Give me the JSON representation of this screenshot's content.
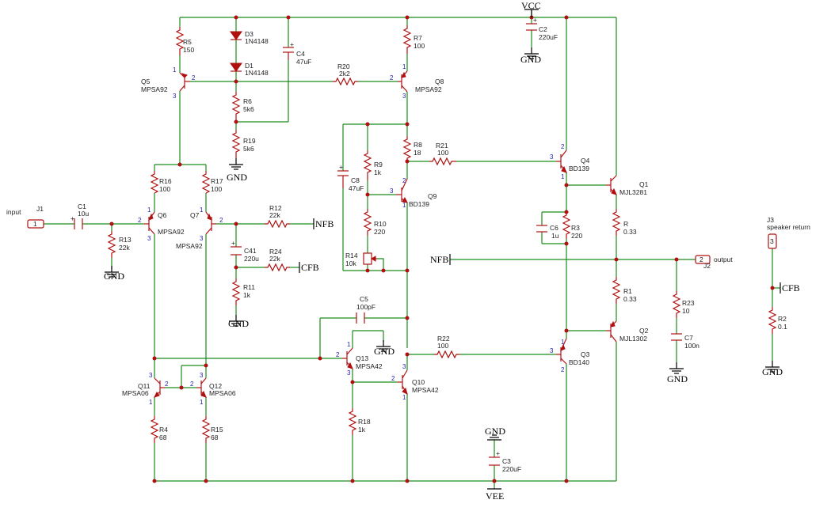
{
  "nets": {
    "vcc": "VCC",
    "vee": "VEE",
    "gnd": "GND",
    "nfb": "NFB",
    "cfb": "CFB"
  },
  "ports": {
    "input": "input",
    "output": "output",
    "speaker": "speaker return"
  },
  "connectors": [
    {
      "ref": "J1",
      "pin": "1"
    },
    {
      "ref": "J2",
      "pin": "2"
    },
    {
      "ref": "J3",
      "pin": "3"
    }
  ],
  "resistors": [
    {
      "ref": "R5",
      "value": "150"
    },
    {
      "ref": "R6",
      "value": "5k6"
    },
    {
      "ref": "R19",
      "value": "5k6"
    },
    {
      "ref": "R20",
      "value": "2k2"
    },
    {
      "ref": "R7",
      "value": "100"
    },
    {
      "ref": "R8",
      "value": "18"
    },
    {
      "ref": "R21",
      "value": "100"
    },
    {
      "ref": "R9",
      "value": "1k"
    },
    {
      "ref": "R10",
      "value": "220"
    },
    {
      "ref": "R14",
      "value": "10k"
    },
    {
      "ref": "R16",
      "value": "100"
    },
    {
      "ref": "R17",
      "value": "100"
    },
    {
      "ref": "R13",
      "value": "22k"
    },
    {
      "ref": "R12",
      "value": "22k"
    },
    {
      "ref": "R24",
      "value": "22k"
    },
    {
      "ref": "R11",
      "value": "1k"
    },
    {
      "ref": "R4",
      "value": "68"
    },
    {
      "ref": "R15",
      "value": "68"
    },
    {
      "ref": "R18",
      "value": "1k"
    },
    {
      "ref": "R22",
      "value": "100"
    },
    {
      "ref": "R3",
      "value": "220"
    },
    {
      "ref": "R",
      "value": "0.33"
    },
    {
      "ref": "R1",
      "value": "0.33"
    },
    {
      "ref": "R23",
      "value": "10"
    },
    {
      "ref": "R2",
      "value": "0.1"
    }
  ],
  "capacitors": [
    {
      "ref": "C4",
      "value": "47uF"
    },
    {
      "ref": "C2",
      "value": "220uF"
    },
    {
      "ref": "C8",
      "value": "47uF"
    },
    {
      "ref": "C1",
      "value": "10u"
    },
    {
      "ref": "C41",
      "value": "220u"
    },
    {
      "ref": "C5",
      "value": "100pF"
    },
    {
      "ref": "C6",
      "value": "1u"
    },
    {
      "ref": "C7",
      "value": "100n"
    },
    {
      "ref": "C3",
      "value": "220uF"
    }
  ],
  "diodes": [
    {
      "ref": "D3",
      "value": "1N4148"
    },
    {
      "ref": "D1",
      "value": "1N4148"
    }
  ],
  "transistors": [
    {
      "ref": "Q5",
      "value": "MPSA92"
    },
    {
      "ref": "Q8",
      "value": "MPSA92"
    },
    {
      "ref": "Q9",
      "value": "BD139"
    },
    {
      "ref": "Q6",
      "value": "MPSA92"
    },
    {
      "ref": "Q7",
      "value": "MPSA92"
    },
    {
      "ref": "Q4",
      "value": "BD139"
    },
    {
      "ref": "Q1",
      "value": "MJL3281"
    },
    {
      "ref": "Q2",
      "value": "MJL1302"
    },
    {
      "ref": "Q3",
      "value": "BD140"
    },
    {
      "ref": "Q13",
      "value": "MPSA42"
    },
    {
      "ref": "Q10",
      "value": "MPSA42"
    },
    {
      "ref": "Q11",
      "value": "MPSA06"
    },
    {
      "ref": "Q12",
      "value": "MPSA06"
    }
  ],
  "pins": {
    "p1": "1",
    "p2": "2",
    "p3": "3"
  }
}
